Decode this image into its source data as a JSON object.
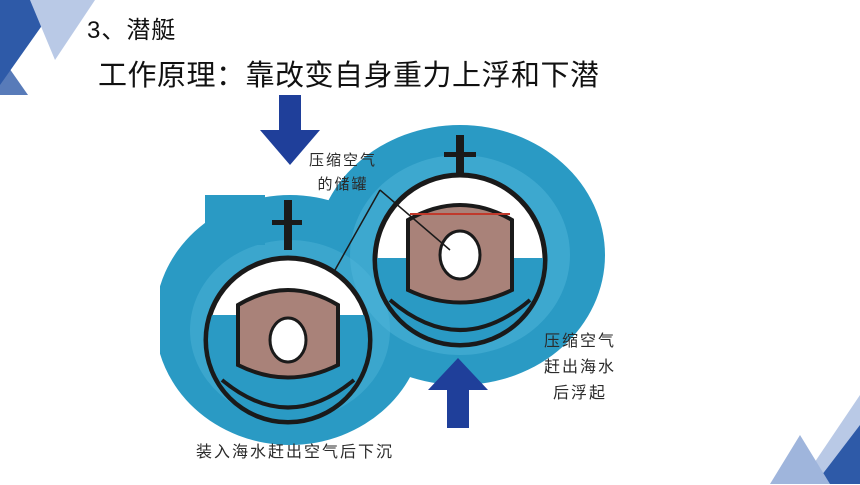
{
  "slide": {
    "heading": "3、潜艇",
    "principle": "工作原理：靠改变自身重力上浮和下潜"
  },
  "figure": {
    "label_tank": [
      "压缩空气",
      "的储罐"
    ],
    "label_right": [
      "压缩空气",
      "赶出海水",
      "后浮起"
    ],
    "label_bottom": "装入海水赶出空气后下沉"
  },
  "colors": {
    "accent": "#2e5aa8",
    "accent_light": "#b9c9e6",
    "water": "#2a9ac4",
    "arrow": "#1f3f9a",
    "hull_fill": "#a98279"
  },
  "icons": [
    "down-arrow-icon",
    "up-arrow-icon"
  ]
}
